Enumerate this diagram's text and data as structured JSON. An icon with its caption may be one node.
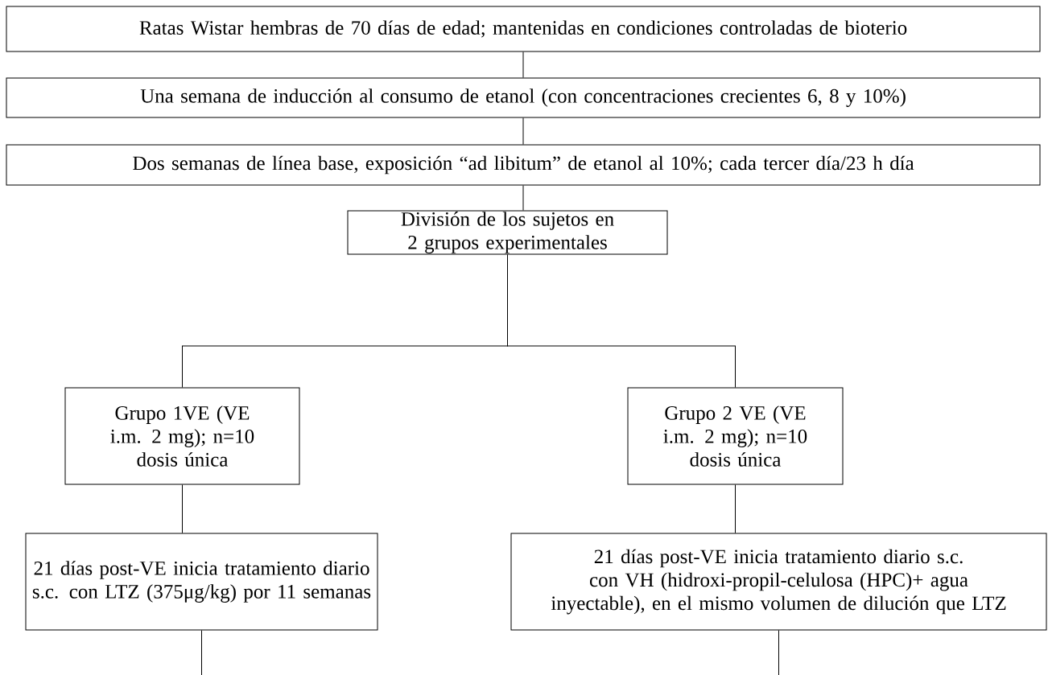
{
  "diagram": {
    "nodes": [
      {
        "text": [
          "Ratas Wistar hembras de 70 días de edad; mantenidas en condiciones controladas de bioterio"
        ]
      },
      {
        "text": [
          "Una semana de inducción al consumo de etanol (con concentraciones crecientes 6, 8 y 10%)"
        ]
      },
      {
        "text": [
          "Dos semanas de línea base, exposición “ad libitum” de etanol al 10%; cada tercer día/23 h día"
        ]
      },
      {
        "text": [
          "División de los sujetos en 2 grupos experimentales"
        ]
      },
      {
        "text": [
          "Grupo 1VE (VE i.m. 2 mg); n=10",
          "dosis única"
        ]
      },
      {
        "text": [
          "Grupo 2 VE (VE i.m. 2 mg); n=10",
          "dosis única"
        ]
      },
      {
        "text": [
          "21 días post-VE inicia tratamiento diario s.c. con LTZ (375μg/kg) por 11 semanas"
        ]
      },
      {
        "text": [
          "21 días post-VE inicia tratamiento diario s.c. con VH (hidroxi-propil-celulosa (HPC)+ agua inyectable), en el mismo volumen de dilución que LTZ"
        ]
      }
    ],
    "edges": [
      {
        "from": 0,
        "to": 1,
        "arrow": "none"
      },
      {
        "from": 1,
        "to": 2,
        "arrow": "none"
      },
      {
        "from": 2,
        "to": 3,
        "arrow": "none"
      },
      {
        "from": 3,
        "to": 4,
        "arrow": "none"
      },
      {
        "from": 3,
        "to": 5,
        "arrow": "none"
      },
      {
        "from": 4,
        "to": 6,
        "arrow": "none"
      },
      {
        "from": 5,
        "to": 7,
        "arrow": "none"
      },
      {
        "from": 6,
        "to": null,
        "arrow": "none"
      },
      {
        "from": 7,
        "to": null,
        "arrow": "none"
      }
    ]
  }
}
